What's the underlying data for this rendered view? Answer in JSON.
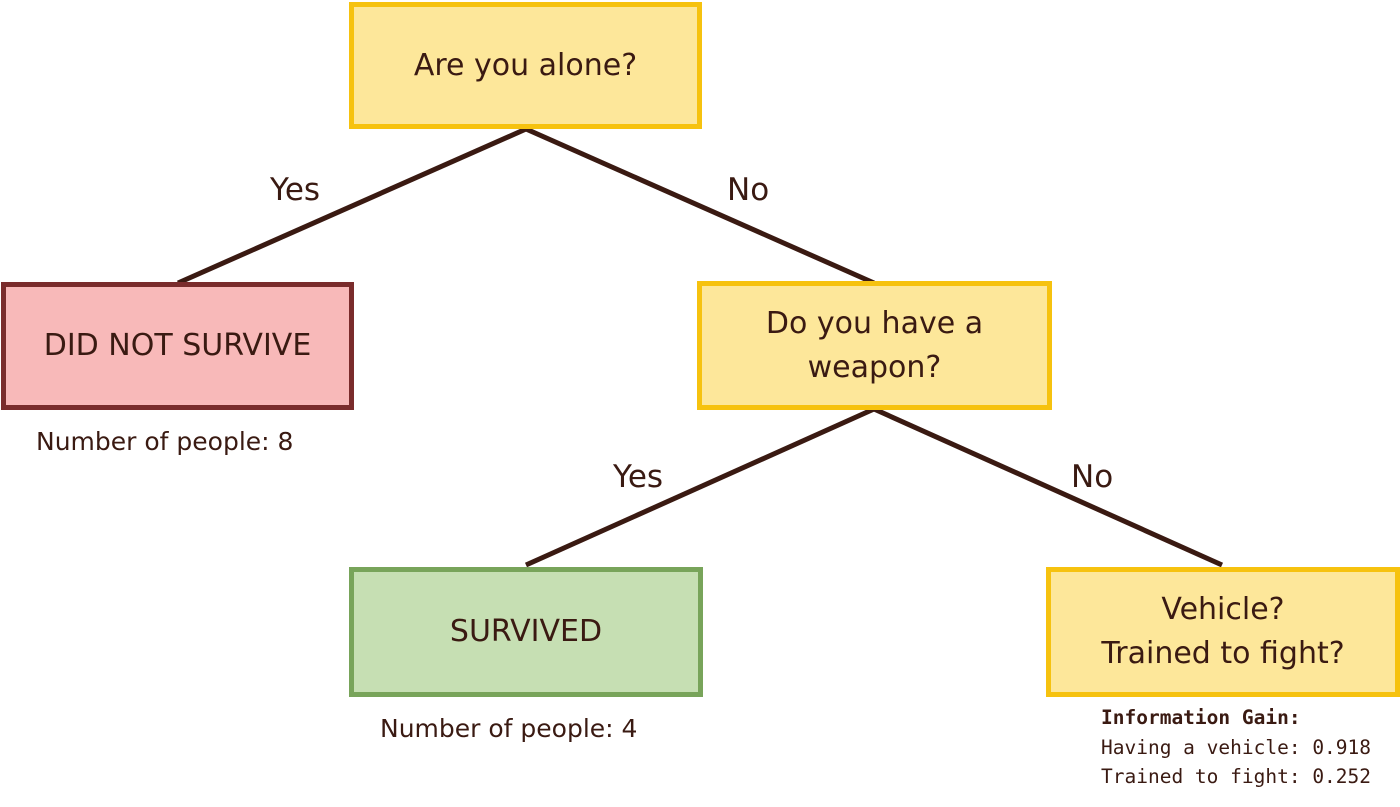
{
  "nodes": {
    "root": {
      "line1": "Are you alone?"
    },
    "did_not_survive": {
      "label": "DID NOT SURVIVE",
      "caption": "Number of people: 8"
    },
    "weapon": {
      "line1": "Do you have a",
      "line2": "weapon?"
    },
    "survived": {
      "label": "SURVIVED",
      "caption": "Number of people: 4"
    },
    "vehicle": {
      "line1": "Vehicle?",
      "line2": "Trained to fight?",
      "info_title": "Information Gain:",
      "info_vehicle": "Having a vehicle: 0.918",
      "info_trained": "Trained to fight: 0.252"
    }
  },
  "edges": {
    "root_yes": "Yes",
    "root_no": "No",
    "weapon_yes": "Yes",
    "weapon_no": "No"
  },
  "colors": {
    "question_fill": "#fde79a",
    "question_border": "#f6c20f",
    "fail_fill": "#f8b9b9",
    "fail_border": "#7a2c2c",
    "success_fill": "#c6dfb3",
    "success_border": "#78a45a",
    "line": "#3a1a12"
  }
}
